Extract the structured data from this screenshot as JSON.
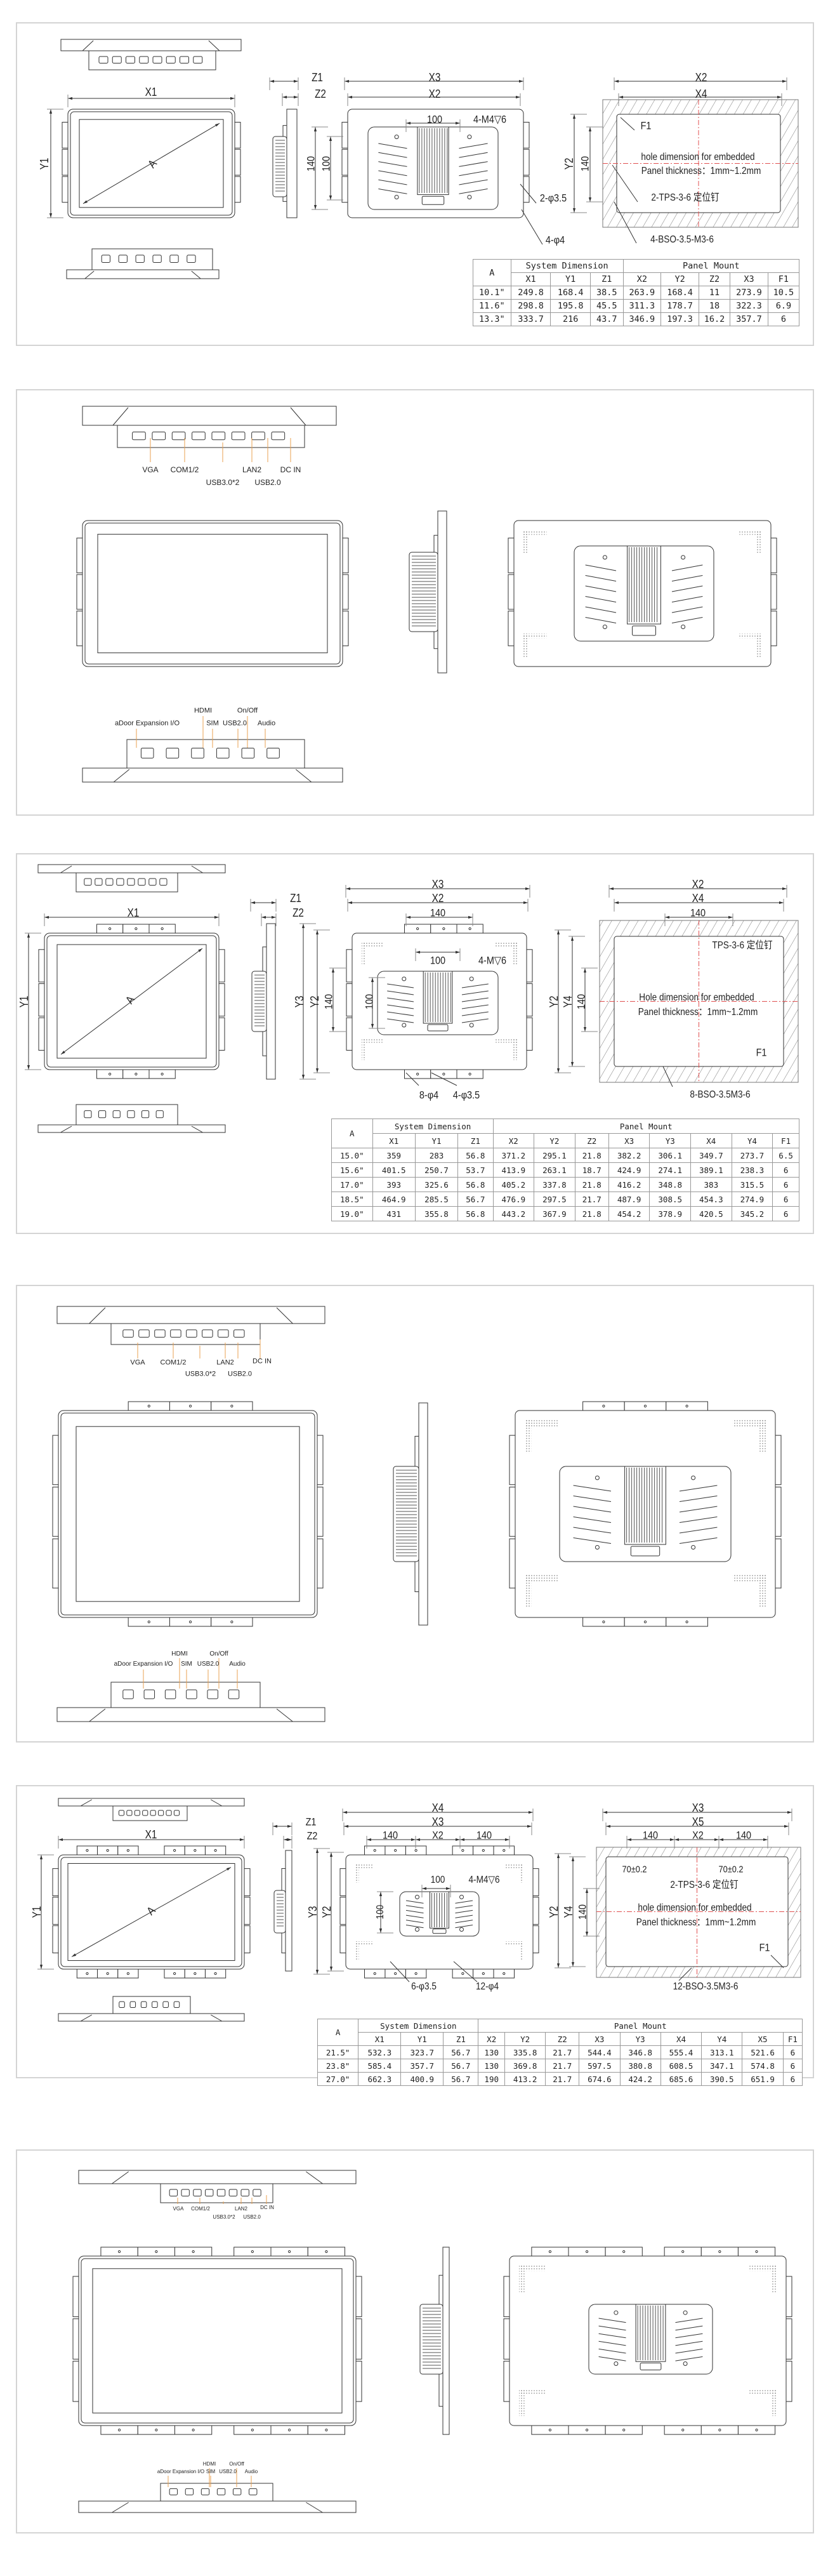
{
  "labels": {
    "A": "A",
    "X1": "X1",
    "Y1": "Y1",
    "Z1": "Z1",
    "Z2": "Z2",
    "X2": "X2",
    "X3": "X3",
    "X4": "X4",
    "X5": "X5",
    "Y2": "Y2",
    "Y3": "Y3",
    "Y4": "Y4",
    "F1": "F1",
    "d100": "100",
    "d140": "140",
    "tol70": "70±0.2"
  },
  "section1": {
    "screw": "4-M4▽6",
    "hole_a": "2-φ3.5",
    "hole_b": "4-φ4",
    "hole_text": "hole dimension for embedded",
    "thickness": "Panel thickness：1mm~1.2mm",
    "tps": "2-TPS-3-6 定位钉",
    "bso": "4-BSO-3.5-M3-6"
  },
  "section3": {
    "screw": "4-M▽6",
    "hole_a": "8-φ4",
    "hole_b": "4-φ3.5",
    "hole_text": "Hole dimension for embedded",
    "thickness": "Panel thickness：1mm~1.2mm",
    "tps": "TPS-3-6 定位钉",
    "bso": "8-BSO-3.5M3-6"
  },
  "section5": {
    "screw": "4-M4▽6",
    "hole_a": "6-φ3.5",
    "hole_b": "12-φ4",
    "hole_text": "hole dimension for embedded",
    "thickness": "Panel thickness：1mm~1.2mm",
    "tps": "2-TPS-3-6 定位钉",
    "bso": "12-BSO-3.5M3-6"
  },
  "ports": {
    "vga": "VGA",
    "com": "COM1/2",
    "usb3": "USB3.0*2",
    "lan": "LAN2",
    "usb2": "USB2.0",
    "dcin": "DC IN",
    "adoor": "aDoor Expansion I/O",
    "hdmi": "HDMI",
    "sim": "SIM",
    "usb2b": "USB2.0",
    "onoff": "On/Off",
    "audio": "Audio"
  },
  "tables": {
    "t1": {
      "corner": "A",
      "group_system": "System Dimension",
      "group_panel": "Panel Mount",
      "system_cols": [
        "X1",
        "Y1",
        "Z1"
      ],
      "panel_cols": [
        "X2",
        "Y2",
        "Z2",
        "X3",
        "F1"
      ],
      "rows": [
        [
          "10.1\"",
          "249.8",
          "168.4",
          "38.5",
          "263.9",
          "168.4",
          "11",
          "273.9",
          "10.5"
        ],
        [
          "11.6\"",
          "298.8",
          "195.8",
          "45.5",
          "311.3",
          "178.7",
          "18",
          "322.3",
          "6.9"
        ],
        [
          "13.3\"",
          "333.7",
          "216",
          "43.7",
          "346.9",
          "197.3",
          "16.2",
          "357.7",
          "6"
        ]
      ]
    },
    "t3": {
      "corner": "A",
      "group_system": "System Dimension",
      "group_panel": "Panel Mount",
      "system_cols": [
        "X1",
        "Y1",
        "Z1"
      ],
      "panel_cols": [
        "X2",
        "Y2",
        "Z2",
        "X3",
        "Y3",
        "X4",
        "Y4",
        "F1"
      ],
      "rows": [
        [
          "15.0\"",
          "359",
          "283",
          "56.8",
          "371.2",
          "295.1",
          "21.8",
          "382.2",
          "306.1",
          "349.7",
          "273.7",
          "6.5"
        ],
        [
          "15.6\"",
          "401.5",
          "250.7",
          "53.7",
          "413.9",
          "263.1",
          "18.7",
          "424.9",
          "274.1",
          "389.1",
          "238.3",
          "6"
        ],
        [
          "17.0\"",
          "393",
          "325.6",
          "56.8",
          "405.2",
          "337.8",
          "21.8",
          "416.2",
          "348.8",
          "383",
          "315.5",
          "6"
        ],
        [
          "18.5\"",
          "464.9",
          "285.5",
          "56.7",
          "476.9",
          "297.5",
          "21.7",
          "487.9",
          "308.5",
          "454.3",
          "274.9",
          "6"
        ],
        [
          "19.0\"",
          "431",
          "355.8",
          "56.8",
          "443.2",
          "367.9",
          "21.8",
          "454.2",
          "378.9",
          "420.5",
          "345.2",
          "6"
        ]
      ]
    },
    "t5": {
      "corner": "A",
      "group_system": "System Dimension",
      "group_panel": "Panel Mount",
      "system_cols": [
        "X1",
        "Y1",
        "Z1"
      ],
      "panel_cols": [
        "X2",
        "Y2",
        "Z2",
        "X3",
        "Y3",
        "X4",
        "Y4",
        "X5",
        "F1"
      ],
      "rows": [
        [
          "21.5\"",
          "532.3",
          "323.7",
          "56.7",
          "130",
          "335.8",
          "21.7",
          "544.4",
          "346.8",
          "555.4",
          "313.1",
          "521.6",
          "6"
        ],
        [
          "23.8\"",
          "585.4",
          "357.7",
          "56.7",
          "130",
          "369.8",
          "21.7",
          "597.5",
          "380.8",
          "608.5",
          "347.1",
          "574.8",
          "6"
        ],
        [
          "27.0\"",
          "662.3",
          "400.9",
          "56.7",
          "190",
          "413.2",
          "21.7",
          "674.6",
          "424.2",
          "685.6",
          "390.5",
          "651.9",
          "6"
        ]
      ]
    }
  },
  "colors": {
    "line": "#333333",
    "hatch": "#777777",
    "centerline": "#e05050",
    "leader": "#e8a050",
    "border": "#d4d4d4"
  }
}
